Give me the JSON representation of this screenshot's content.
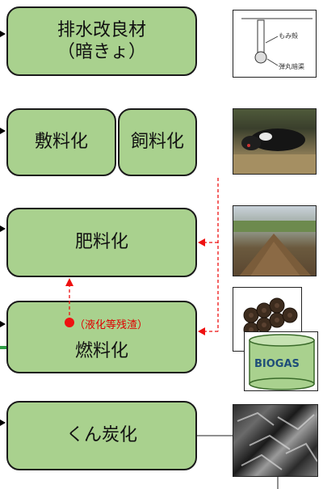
{
  "boxes": {
    "drainage": {
      "line1": "排水改良材",
      "line2": "（暗きょ）"
    },
    "bedding": {
      "label": "敷料化"
    },
    "feed": {
      "label": "飼料化"
    },
    "fertilizer": {
      "label": "肥料化"
    },
    "fuel": {
      "label": "燃料化"
    },
    "charring": {
      "label": "くん炭化"
    }
  },
  "annotations": {
    "residue_label": "（液化等残渣）"
  },
  "images": {
    "drain_diagram": {
      "upper_label": "もみ殻",
      "lower_label": "弾丸暗渠"
    },
    "biogas_tank": {
      "label": "BIOGAS"
    }
  },
  "colors": {
    "box_fill": "#a9d18e",
    "box_border": "#1a1a1a",
    "dashed_arrow": "#ee1111",
    "biogas_tank": "#a9d18e",
    "side_line": "#2f9e44"
  }
}
